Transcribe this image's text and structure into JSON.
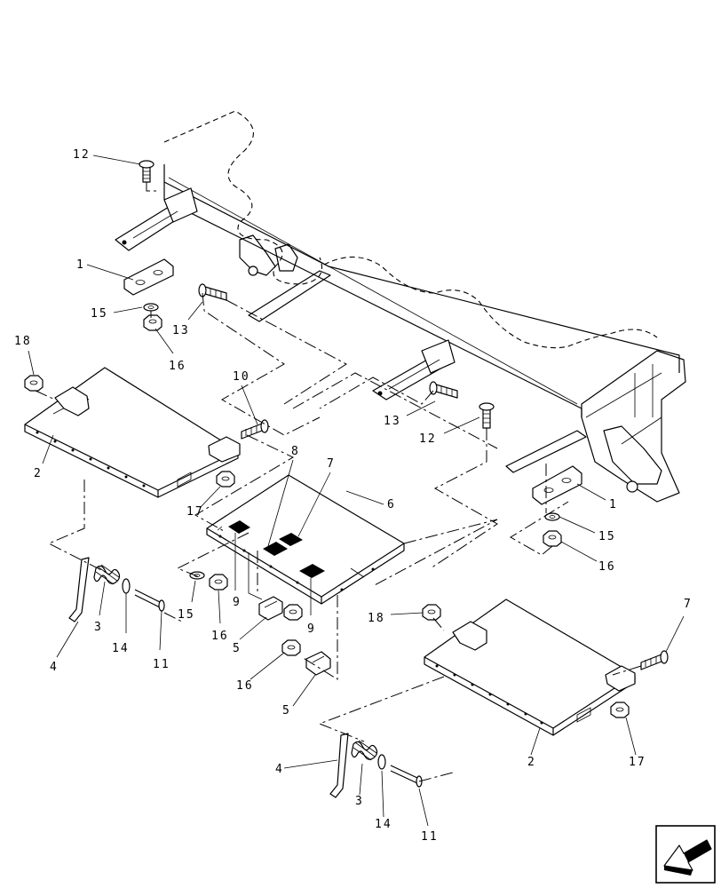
{
  "callouts": {
    "c1_top": "1",
    "c1_right": "1",
    "c2_left": "2",
    "c2_right": "2",
    "c3_left": "3",
    "c3_right": "3",
    "c4_left": "4",
    "c4_right": "4",
    "c5_a": "5",
    "c5_b": "5",
    "c6": "6",
    "c7_mid": "7",
    "c7_right": "7",
    "c8": "8",
    "c9_a": "9",
    "c9_b": "9",
    "c10": "10",
    "c11_left": "11",
    "c11_right": "11",
    "c12_top": "12",
    "c12_mid": "12",
    "c13_top": "13",
    "c13_mid": "13",
    "c14_left": "14",
    "c14_right": "14",
    "c15_top": "15",
    "c15_mid": "15",
    "c15_right": "15",
    "c16_top": "16",
    "c16_mid": "16",
    "c16_low": "16",
    "c16_right": "16",
    "c17_left": "17",
    "c17_right": "17",
    "c18_left": "18",
    "c18_right": "18"
  },
  "nav": {
    "icon": "previous-page-arrow-icon"
  }
}
